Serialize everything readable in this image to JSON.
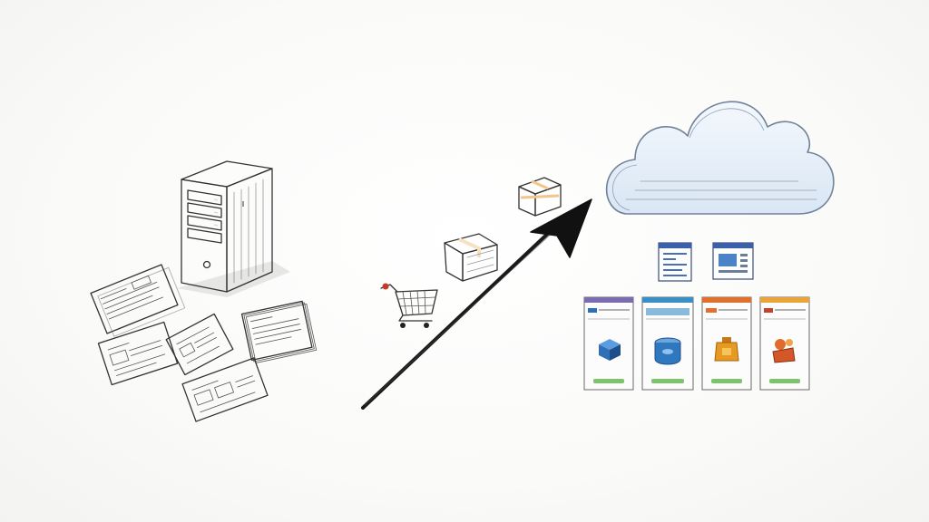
{
  "scene": {
    "left_group": [
      "server-tower",
      "paper-documents"
    ],
    "middle_group": [
      "shopping-cart",
      "shipping-box",
      "shipping-box",
      "growth-arrow"
    ],
    "right_group": [
      "cloud",
      "browser-window",
      "browser-window",
      "product-page",
      "product-page",
      "product-page",
      "product-page"
    ]
  },
  "colors": {
    "cloud_fill": "#e3edf8",
    "cloud_stroke": "#7a8ea6",
    "box_orange": "#e8994a",
    "box_dark_orange": "#c96f28",
    "arrow": "#1a1a1a",
    "page_accents": [
      "#7b6bb0",
      "#3b8fc4",
      "#e0702e",
      "#e9a53a"
    ],
    "product_colors": [
      "#2f6fb5",
      "#2f78c0",
      "#e79a22",
      "#d4572a"
    ],
    "button_green": "#7cc46a"
  }
}
